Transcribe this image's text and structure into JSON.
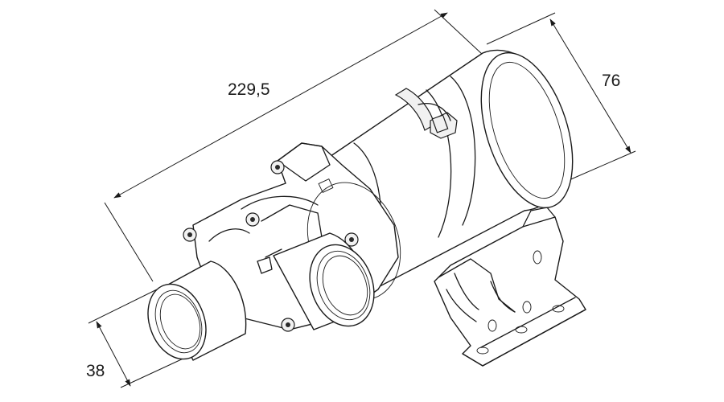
{
  "dimensions": {
    "length": "229,5",
    "height": "76",
    "port": "38"
  }
}
